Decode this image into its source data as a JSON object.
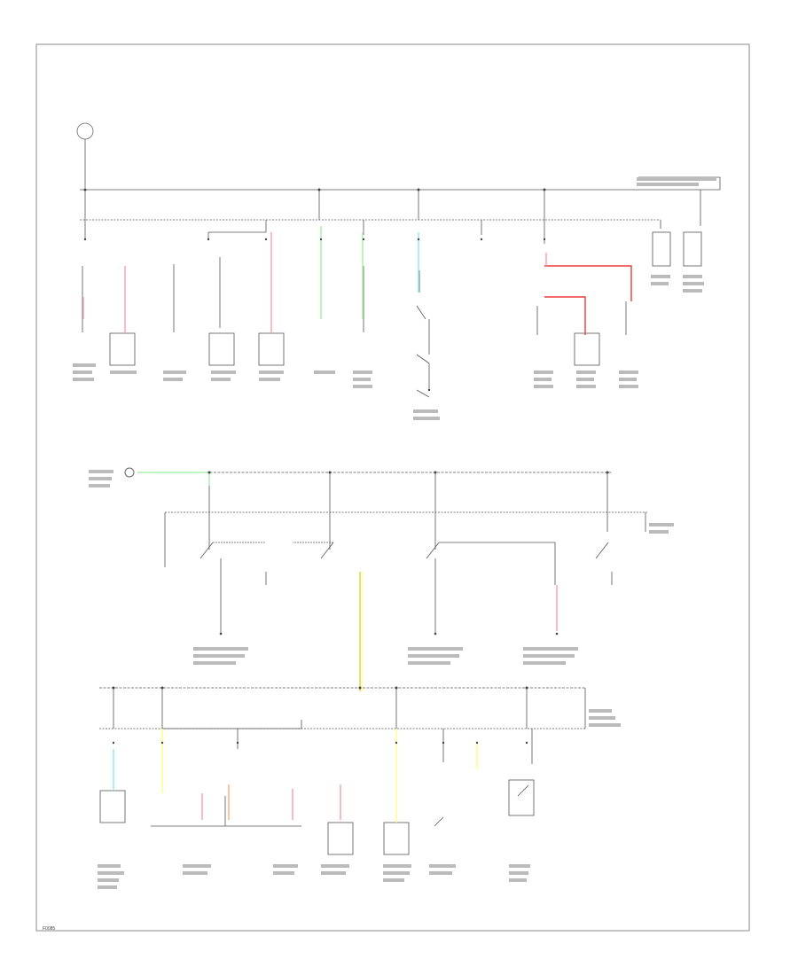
{
  "diagram": {
    "footer_code": "F0085",
    "wire_colors": {
      "pink": "#f4a0a8",
      "red": "#ee3a3a",
      "light_green": "#a8f0a8",
      "cyan": "#8fe8ee",
      "yellow": "#ffff80",
      "olive_yellow": "#cfcf6a",
      "orange": "#f3b070",
      "black": "#333333",
      "grey_bus": "#9a9a9a"
    },
    "sections": [
      {
        "name": "top-power-distribution",
        "loads": 12
      },
      {
        "name": "middle-switch-bank",
        "loads": 4
      },
      {
        "name": "bottom-central-junction",
        "loads": 9
      }
    ]
  }
}
